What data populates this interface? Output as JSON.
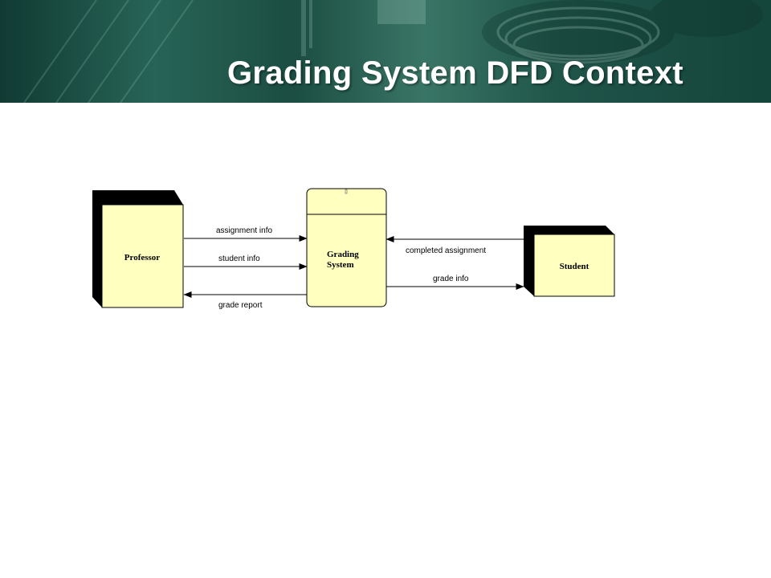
{
  "slide": {
    "title": "Grading System DFD Context"
  },
  "diagram": {
    "process": {
      "line1": "Grading",
      "line2": "System"
    },
    "entities": {
      "professor": "Professor",
      "student": "Student"
    },
    "flows": {
      "assignment_info": "assignment info",
      "student_info": "student info",
      "grade_report": "grade report",
      "completed_assignment": "completed assignment",
      "grade_info": "grade info"
    }
  },
  "colors": {
    "box_fill": "#ffffc0",
    "banner": "#1d5246",
    "shadow": "#000000"
  }
}
